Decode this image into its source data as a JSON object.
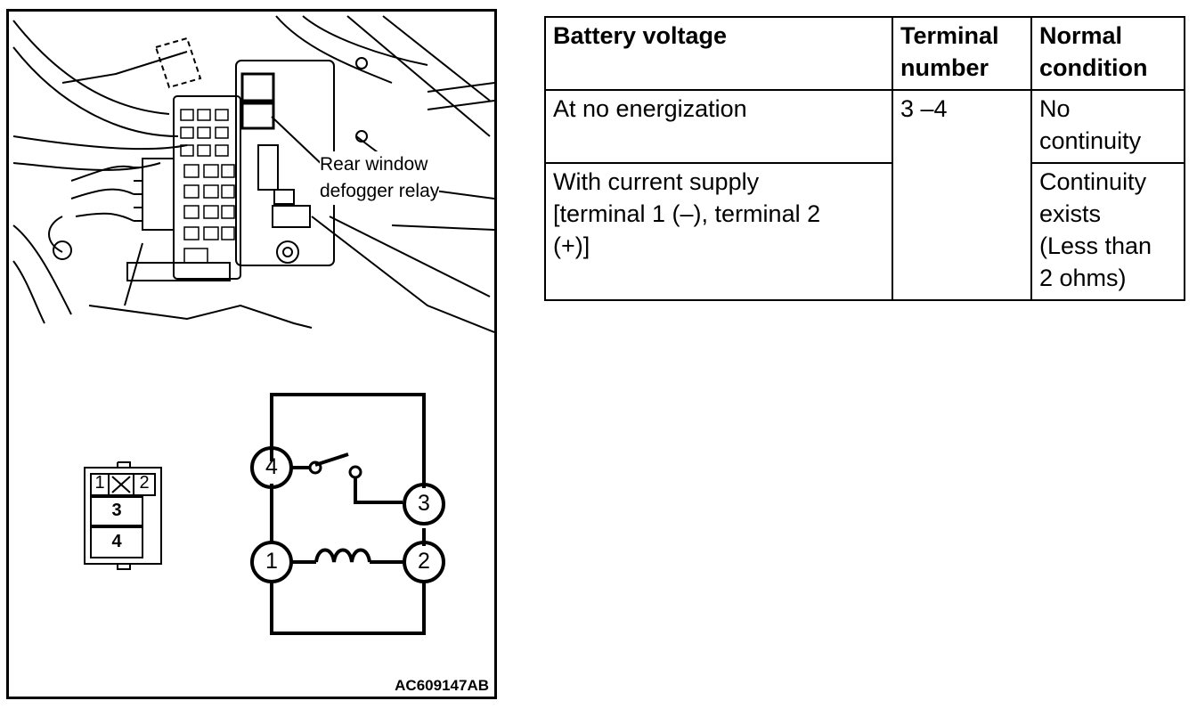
{
  "figure": {
    "callout": [
      "Rear window",
      "defogger relay"
    ],
    "code": "AC609147AB",
    "connector_pins": [
      "1",
      "2",
      "3",
      "4"
    ],
    "schematic_terminals": [
      "4",
      "3",
      "1",
      "2"
    ]
  },
  "table": {
    "headers": [
      "Battery voltage",
      [
        "Terminal",
        "number"
      ],
      [
        "Normal",
        "condition"
      ]
    ],
    "rows": [
      {
        "battery_voltage": [
          "At no energization"
        ],
        "terminal_number": "3 –4",
        "normal_condition": [
          "No",
          "continuity"
        ]
      },
      {
        "battery_voltage": [
          "With current supply",
          "[terminal 1 (–), terminal 2",
          "(+)]"
        ],
        "normal_condition": [
          "Continuity",
          "exists",
          "(Less than",
          "2 ohms)"
        ]
      }
    ]
  }
}
